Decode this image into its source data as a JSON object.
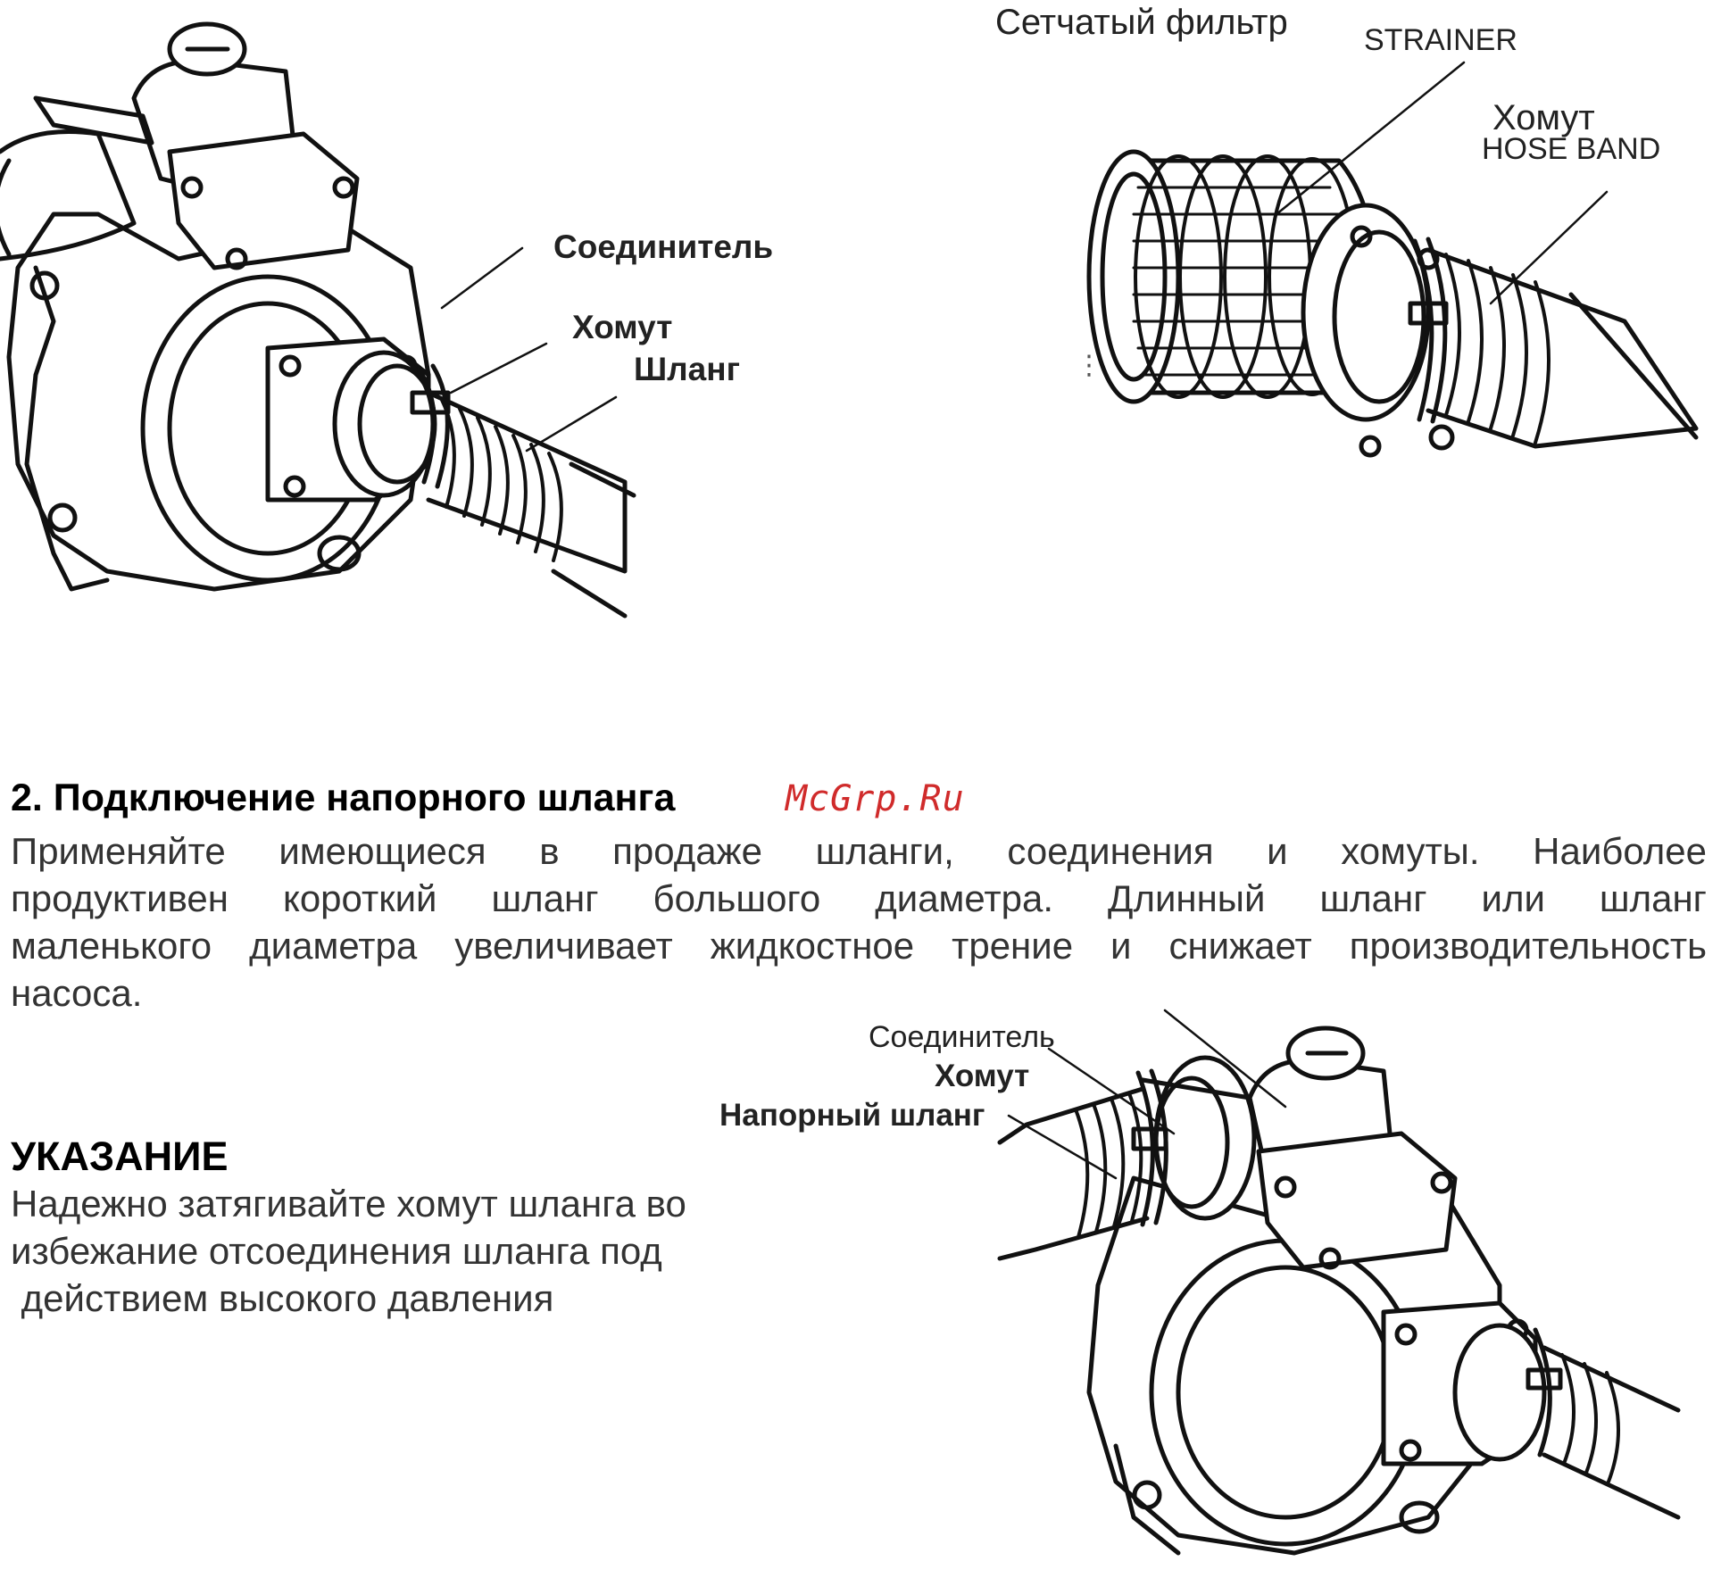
{
  "figure_top": {
    "labels": {
      "connector": "Соединитель",
      "band": "Хомут",
      "hose": "Шланг"
    }
  },
  "figure_strainer": {
    "labels": {
      "strainer_ru": "Сетчатый фильтр",
      "strainer_en": "STRAINER",
      "band_ru": "Хомут",
      "band_en": "HOSE BAND"
    }
  },
  "watermark": "McGrp.Ru",
  "section": {
    "heading": "2. Подключение напорного шланга",
    "paragraph_lines": [
      "Применяйте имеющиеся в продаже шланги, соединения и хомуты. Наиболее",
      "продуктивен короткий шланг большого диаметра. Длинный шланг или шланг",
      "маленького диаметра увеличивает жидкостное трение и снижает производительность",
      "насоса."
    ]
  },
  "note": {
    "title": "УКАЗАНИЕ",
    "lines": [
      "Надежно затягивайте хомут шланга во",
      "избежание отсоединения шланга под",
      " действием высокого давления"
    ]
  },
  "figure_bottom": {
    "labels": {
      "connector": "Соединитель",
      "band": "Хомут",
      "hose": "Напорный шланг"
    }
  }
}
